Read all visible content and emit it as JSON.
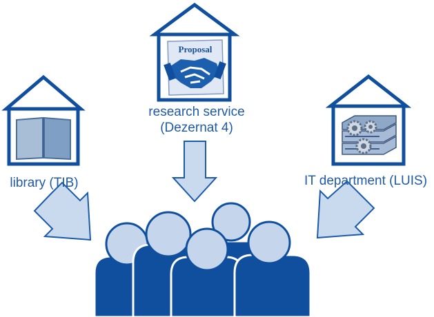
{
  "colors": {
    "primary": "#0f4f9e",
    "text": "#1f5aa6",
    "arrow_fill": "#c9d9ee",
    "arrow_stroke": "#1a5aa8",
    "head_fill": "#c5d6ec",
    "building_fill": "#ffffff"
  },
  "nodes": {
    "research": {
      "line1": "research service",
      "line2": "(Dezernat 4)",
      "proposal": "Proposal",
      "icon": "handshake-icon"
    },
    "library": {
      "label": "library (TIB)",
      "icon": "book-icon"
    },
    "it": {
      "label": "IT department (LUIS)",
      "icon": "server-gears-icon"
    },
    "users": {
      "icon": "people-group-icon"
    }
  }
}
